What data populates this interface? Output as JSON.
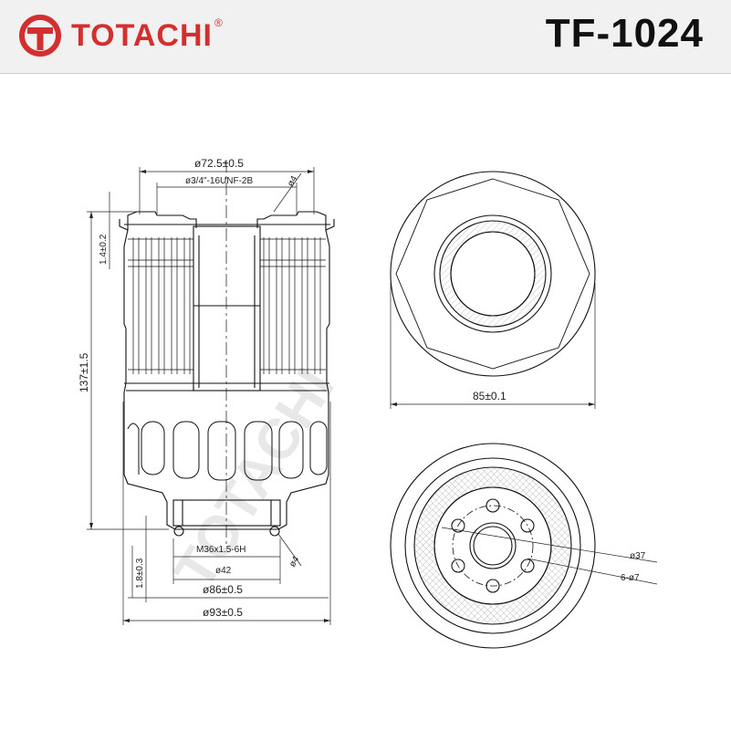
{
  "header": {
    "brand": "TOTACHI",
    "registered": "®",
    "part_number": "TF-1024",
    "brand_color": "#d32f2f"
  },
  "watermark": "TOTACHI",
  "dimensions": {
    "outer_top": "ø72.5±0.5",
    "thread_top": "ø3/4\"-16UNF-2B",
    "gasket_top": "ø4",
    "side_small": "1.4±0.2",
    "height": "137±1.5",
    "base_height": "1.8±0.3",
    "thread_bottom": "M36x1.5-6H",
    "gasket_bottom": "ø4",
    "d42": "ø42",
    "d86": "ø86±0.5",
    "d93": "ø93±0.5",
    "hex_width": "85±0.1",
    "bolt_circle": "ø37",
    "holes": "6-ø7"
  }
}
